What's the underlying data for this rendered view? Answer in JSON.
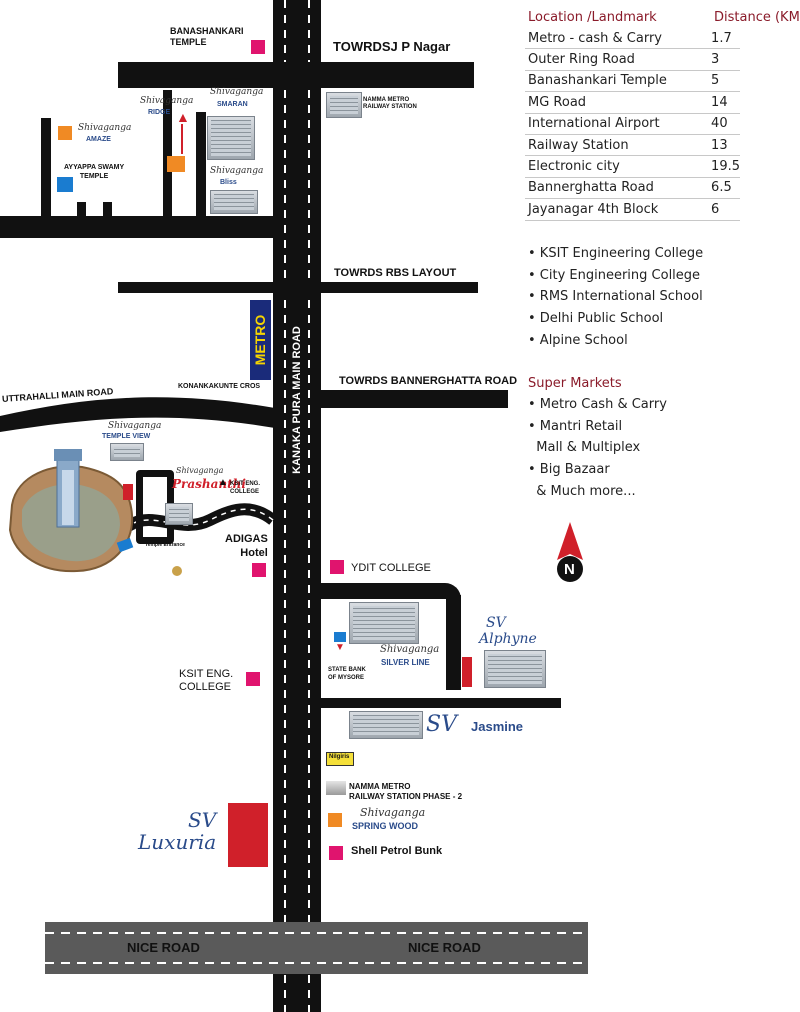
{
  "distance_table": {
    "header_location": "Location /Landmark",
    "header_distance": "Distance (KM",
    "rows": [
      {
        "place": "Metro - cash & Carry",
        "km": "1.7"
      },
      {
        "place": "Outer Ring Road",
        "km": "3"
      },
      {
        "place": "Banashankari Temple",
        "km": "5"
      },
      {
        "place": "MG Road",
        "km": "14"
      },
      {
        "place": "International Airport",
        "km": "40"
      },
      {
        "place": "Railway Station",
        "km": "13"
      },
      {
        "place": "Electronic city",
        "km": "19.5"
      },
      {
        "place": "Bannerghatta Road",
        "km": "6.5"
      },
      {
        "place": "Jayanagar 4th Block",
        "km": "6"
      }
    ]
  },
  "schools": [
    "• KSIT Engineering College",
    "• City Engineering College",
    "• RMS International School",
    "• Delhi Public School",
    "• Alpine School"
  ],
  "supermarkets": {
    "title": "Super Markets",
    "items": [
      "• Metro Cash & Carry",
      "• Mantri Retail",
      "  Mall & Multiplex",
      "• Big Bazaar",
      "  & Much more..."
    ]
  },
  "compass": {
    "letter": "N"
  },
  "roads": {
    "main": "KANAKA PURA MAIN ROAD",
    "jp_nagar": "TOWRDSJ P Nagar",
    "rbs": "TOWRDS RBS LAYOUT",
    "bannerghatta": "TOWRDS BANNERGHATTA ROAD",
    "uttarahalli": "UTTRAHALLI MAIN ROAD",
    "konanakunte": "KONANKAKUNTE CROS",
    "nice_left": "NICE ROAD",
    "nice_right": "NICE ROAD"
  },
  "landmarks": {
    "banashankari": "BANASHANKARI\nTEMPLE",
    "namma_metro": "NAMMA METRO\nRAILWAY STATION",
    "amaze_script": "Shivaganga",
    "amaze": "AMAZE",
    "ridge_script": "Shivaganga",
    "ridge": "RIDGE",
    "smaran_script": "Shivaganga",
    "smaran": "SMARAN",
    "ayyappa": "AYYAPPA SWAMY\nTEMPLE",
    "bliss_script": "Shivaganga",
    "bliss": "Bliss",
    "metro_sign": "METRO",
    "temple_view_script": "Shivaganga",
    "temple_view": "TEMPLE VIEW",
    "prashanthi_script": "Shivaganga",
    "prashanthi": "Prashanthi",
    "ksit_small": "KSIT ENG.\nCOLLEGE",
    "temple_entrance": "Temple Entrance",
    "adigas": "ADIGAS\nHotel",
    "ydit": "YDIT COLLEGE",
    "ksit_eng": "KSIT ENG.\nCOLLEGE",
    "silver_line_script": "Shivaganga",
    "silver_line": "SILVER LINE",
    "sbm": "STATE BANK\nOF MYSORE",
    "alphyne_sv": "SV",
    "alphyne": "Alphyne",
    "jasmine_sv": "SV",
    "jasmine": "Jasmine",
    "nilgiris": "Nilgiris",
    "namma_metro_2": "NAMMA METRO\nRAILWAY STATION PHASE - 2",
    "spring_wood_script": "Shivaganga",
    "spring_wood": "SPRING WOOD",
    "shell": "Shell Petrol Bunk",
    "luxuria_sv": "SV",
    "luxuria": "Luxuria"
  },
  "colors": {
    "road": "#111111",
    "marker_pink": "#e0146e",
    "marker_orange": "#f08a24",
    "marker_blue": "#1a7cd0",
    "sv_red": "#d0202a",
    "header_maroon": "#8a1b2a",
    "nice_road_grey": "#5a5a5a"
  }
}
